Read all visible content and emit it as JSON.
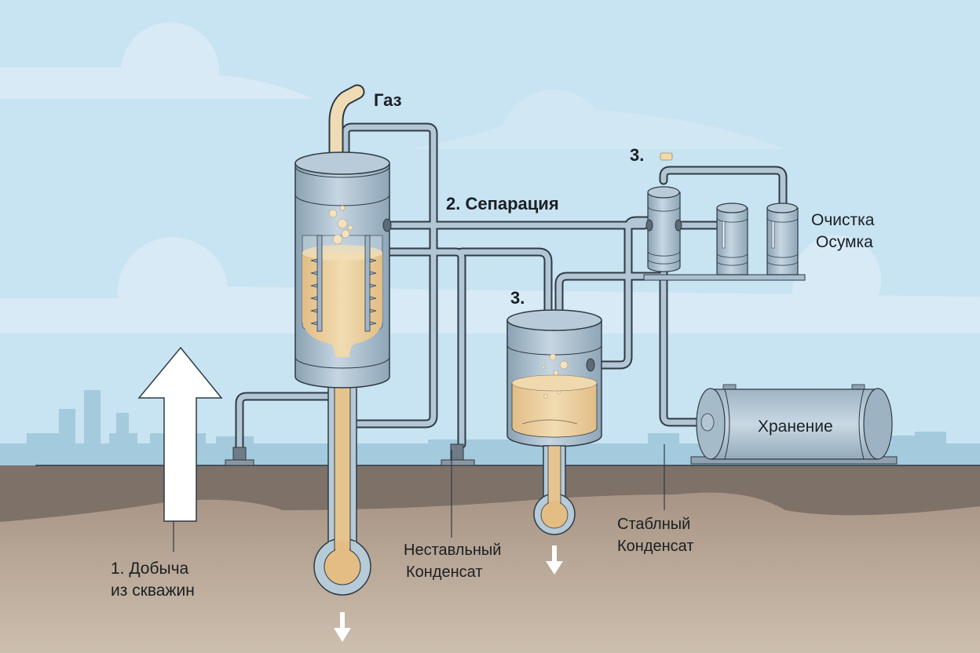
{
  "title": "Схема переработки газового конденсата",
  "labels": {
    "gas": "Газ",
    "separation": "2. Сепарация",
    "step3_top": "3.",
    "step3_mid": "3.",
    "purification_line1": "Очистка",
    "purification_line2": "Осумка",
    "storage": "Хранение",
    "extraction_line1": "1. Добыча",
    "extraction_line2": "из скважин",
    "unstable_line1": "Неставльный",
    "unstable_line2": "Конденсат",
    "stable_line1": "Стаблный",
    "stable_line2": "Конденсат"
  },
  "colors": {
    "sky": "#c8e3f1",
    "cloud": "#d8ebf6",
    "skyline": "#9fc8dc",
    "ground_top": "#7e7168",
    "ground_bottom": "#b4a597",
    "steel": "#a9bfcf",
    "steel_dark": "#7f97aa",
    "liquid": "#e8c996",
    "outline": "#2f3a44",
    "arrow": "#ffffff"
  }
}
